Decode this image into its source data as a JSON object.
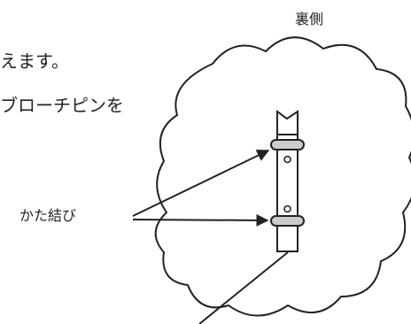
{
  "labels": {
    "line1": "えます。",
    "line2": "ブローチピンを",
    "back_side": "裏側",
    "knot": "かた結び"
  },
  "colors": {
    "stroke": "#222222",
    "fill": "#ffffff",
    "band": "#cccccc"
  },
  "icons": [
    "cloud-outline",
    "brooch-pin",
    "arrow"
  ]
}
